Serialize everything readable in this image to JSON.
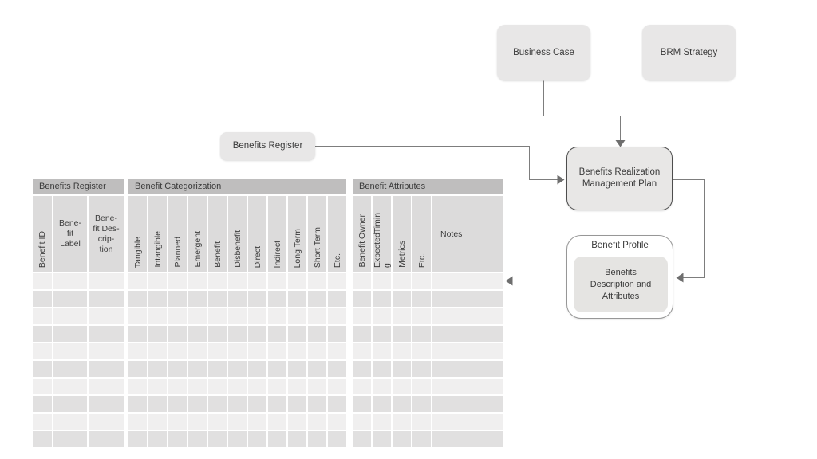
{
  "diagram": {
    "business_case": {
      "label": "Business Case"
    },
    "brm_strategy": {
      "label": "BRM Strategy"
    },
    "benefits_register_node": {
      "label": "Benefits Register"
    },
    "brm_plan": {
      "label": "Benefits Realization Management Plan"
    },
    "benefit_profile": {
      "title": "Benefit Profile",
      "inner_label": "Benefits Description and Attributes"
    }
  },
  "table": {
    "groups": [
      {
        "label": "Benefits Register"
      },
      {
        "label": "Benefit Categorization"
      },
      {
        "label": "Benefit Attributes"
      }
    ],
    "columns": [
      {
        "label": "Benefit ID",
        "orientation": "vertical"
      },
      {
        "label": "Bene-fit Label",
        "orientation": "horizontal"
      },
      {
        "label": "Bene-fit Des-crip-tion",
        "orientation": "horizontal"
      },
      {
        "label": "Tangible",
        "orientation": "vertical"
      },
      {
        "label": "Intangible",
        "orientation": "vertical"
      },
      {
        "label": "Planned",
        "orientation": "vertical"
      },
      {
        "label": "Emergent",
        "orientation": "vertical"
      },
      {
        "label": "Benefit",
        "orientation": "vertical"
      },
      {
        "label": "Disbenefit",
        "orientation": "vertical"
      },
      {
        "label": "Direct",
        "orientation": "vertical"
      },
      {
        "label": "Indirect",
        "orientation": "vertical"
      },
      {
        "label": "Long Term",
        "orientation": "vertical"
      },
      {
        "label": "Short Term",
        "orientation": "vertical"
      },
      {
        "label": "Etc.",
        "orientation": "vertical"
      },
      {
        "label": "Benefit Owner",
        "orientation": "vertical"
      },
      {
        "label": "ExpectedTiming",
        "orientation": "vertical"
      },
      {
        "label": "Metrics",
        "orientation": "vertical"
      },
      {
        "label": "Etc.",
        "orientation": "vertical"
      },
      {
        "label": "Notes",
        "orientation": "horizontal"
      }
    ],
    "body_row_count": 10,
    "body_cells_empty": true
  },
  "colors": {
    "node_fill": "#e8e7e7",
    "brm_plan_border": "#4d4d4d",
    "profile_border": "#979797",
    "group_header_bg": "#bfbebe",
    "column_header_bg": "#dcdbdb",
    "row_light": "#f0efef",
    "row_dark": "#e1e0e0",
    "connector": "#7d7d7d",
    "text": "#3d3d3d"
  }
}
